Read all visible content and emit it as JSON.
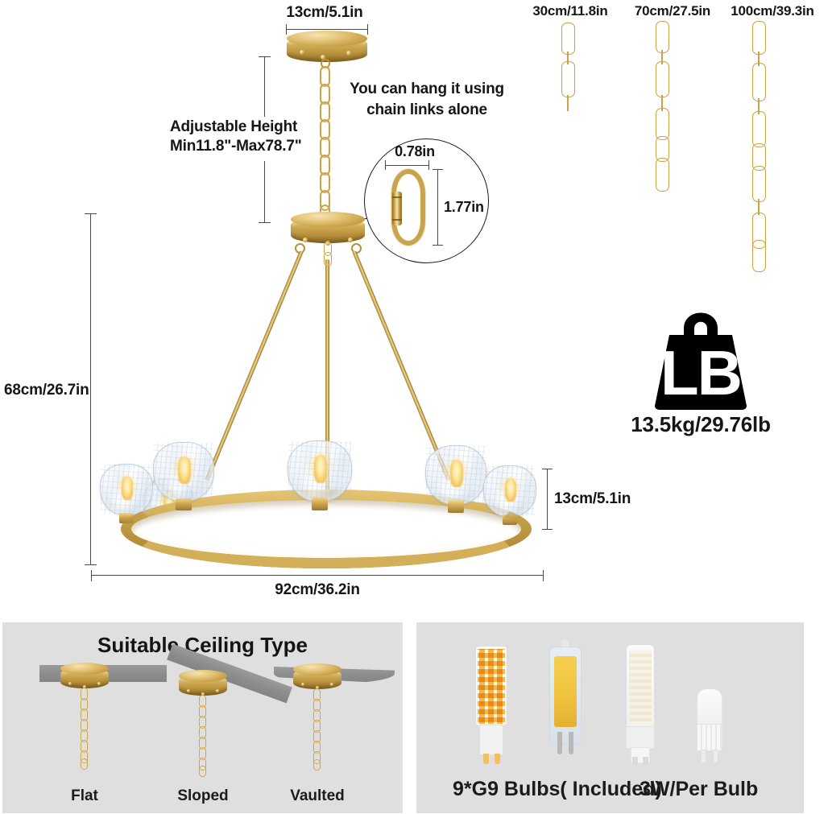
{
  "product": {
    "type": "wagon-wheel-crystal-chandelier",
    "finish_color": "#c9a44c",
    "panel_bg": "#dfdfdf"
  },
  "dimensions": {
    "canopy_width": "13cm/5.1in",
    "adjustable_height_title": "Adjustable Height",
    "adjustable_height_range": "Min11.8\"-Max78.7\"",
    "fixture_height": "68cm/26.7in",
    "fixture_diameter": "92cm/36.2in",
    "globe_diameter": "13cm/5.1in"
  },
  "chain_note": {
    "line1": "You can hang it using",
    "line2": "chain links alone"
  },
  "link_detail": {
    "width": "0.78in",
    "height": "1.77in"
  },
  "chains": [
    {
      "label": "30cm/11.8in",
      "links": 2
    },
    {
      "label": "70cm/27.5in",
      "links": 5
    },
    {
      "label": "100cm/39.3in",
      "links": 7
    }
  ],
  "weight": {
    "badge_text": "LB",
    "value": "13.5kg/29.76lb"
  },
  "ceiling_panel": {
    "title": "Suitable Ceiling Type",
    "types": [
      {
        "label": "Flat"
      },
      {
        "label": "Sloped"
      },
      {
        "label": "Vaulted"
      }
    ]
  },
  "bulb_panel": {
    "caption_left": "9*G9 Bulbs( Included)",
    "caption_right": "3W/Per Bulb",
    "bulbs": [
      {
        "name": "smd-led-g9-bulb"
      },
      {
        "name": "cob-led-g9-bulb"
      },
      {
        "name": "ceramic-led-g9-bulb"
      },
      {
        "name": "frosted-g9-bulb"
      }
    ]
  }
}
